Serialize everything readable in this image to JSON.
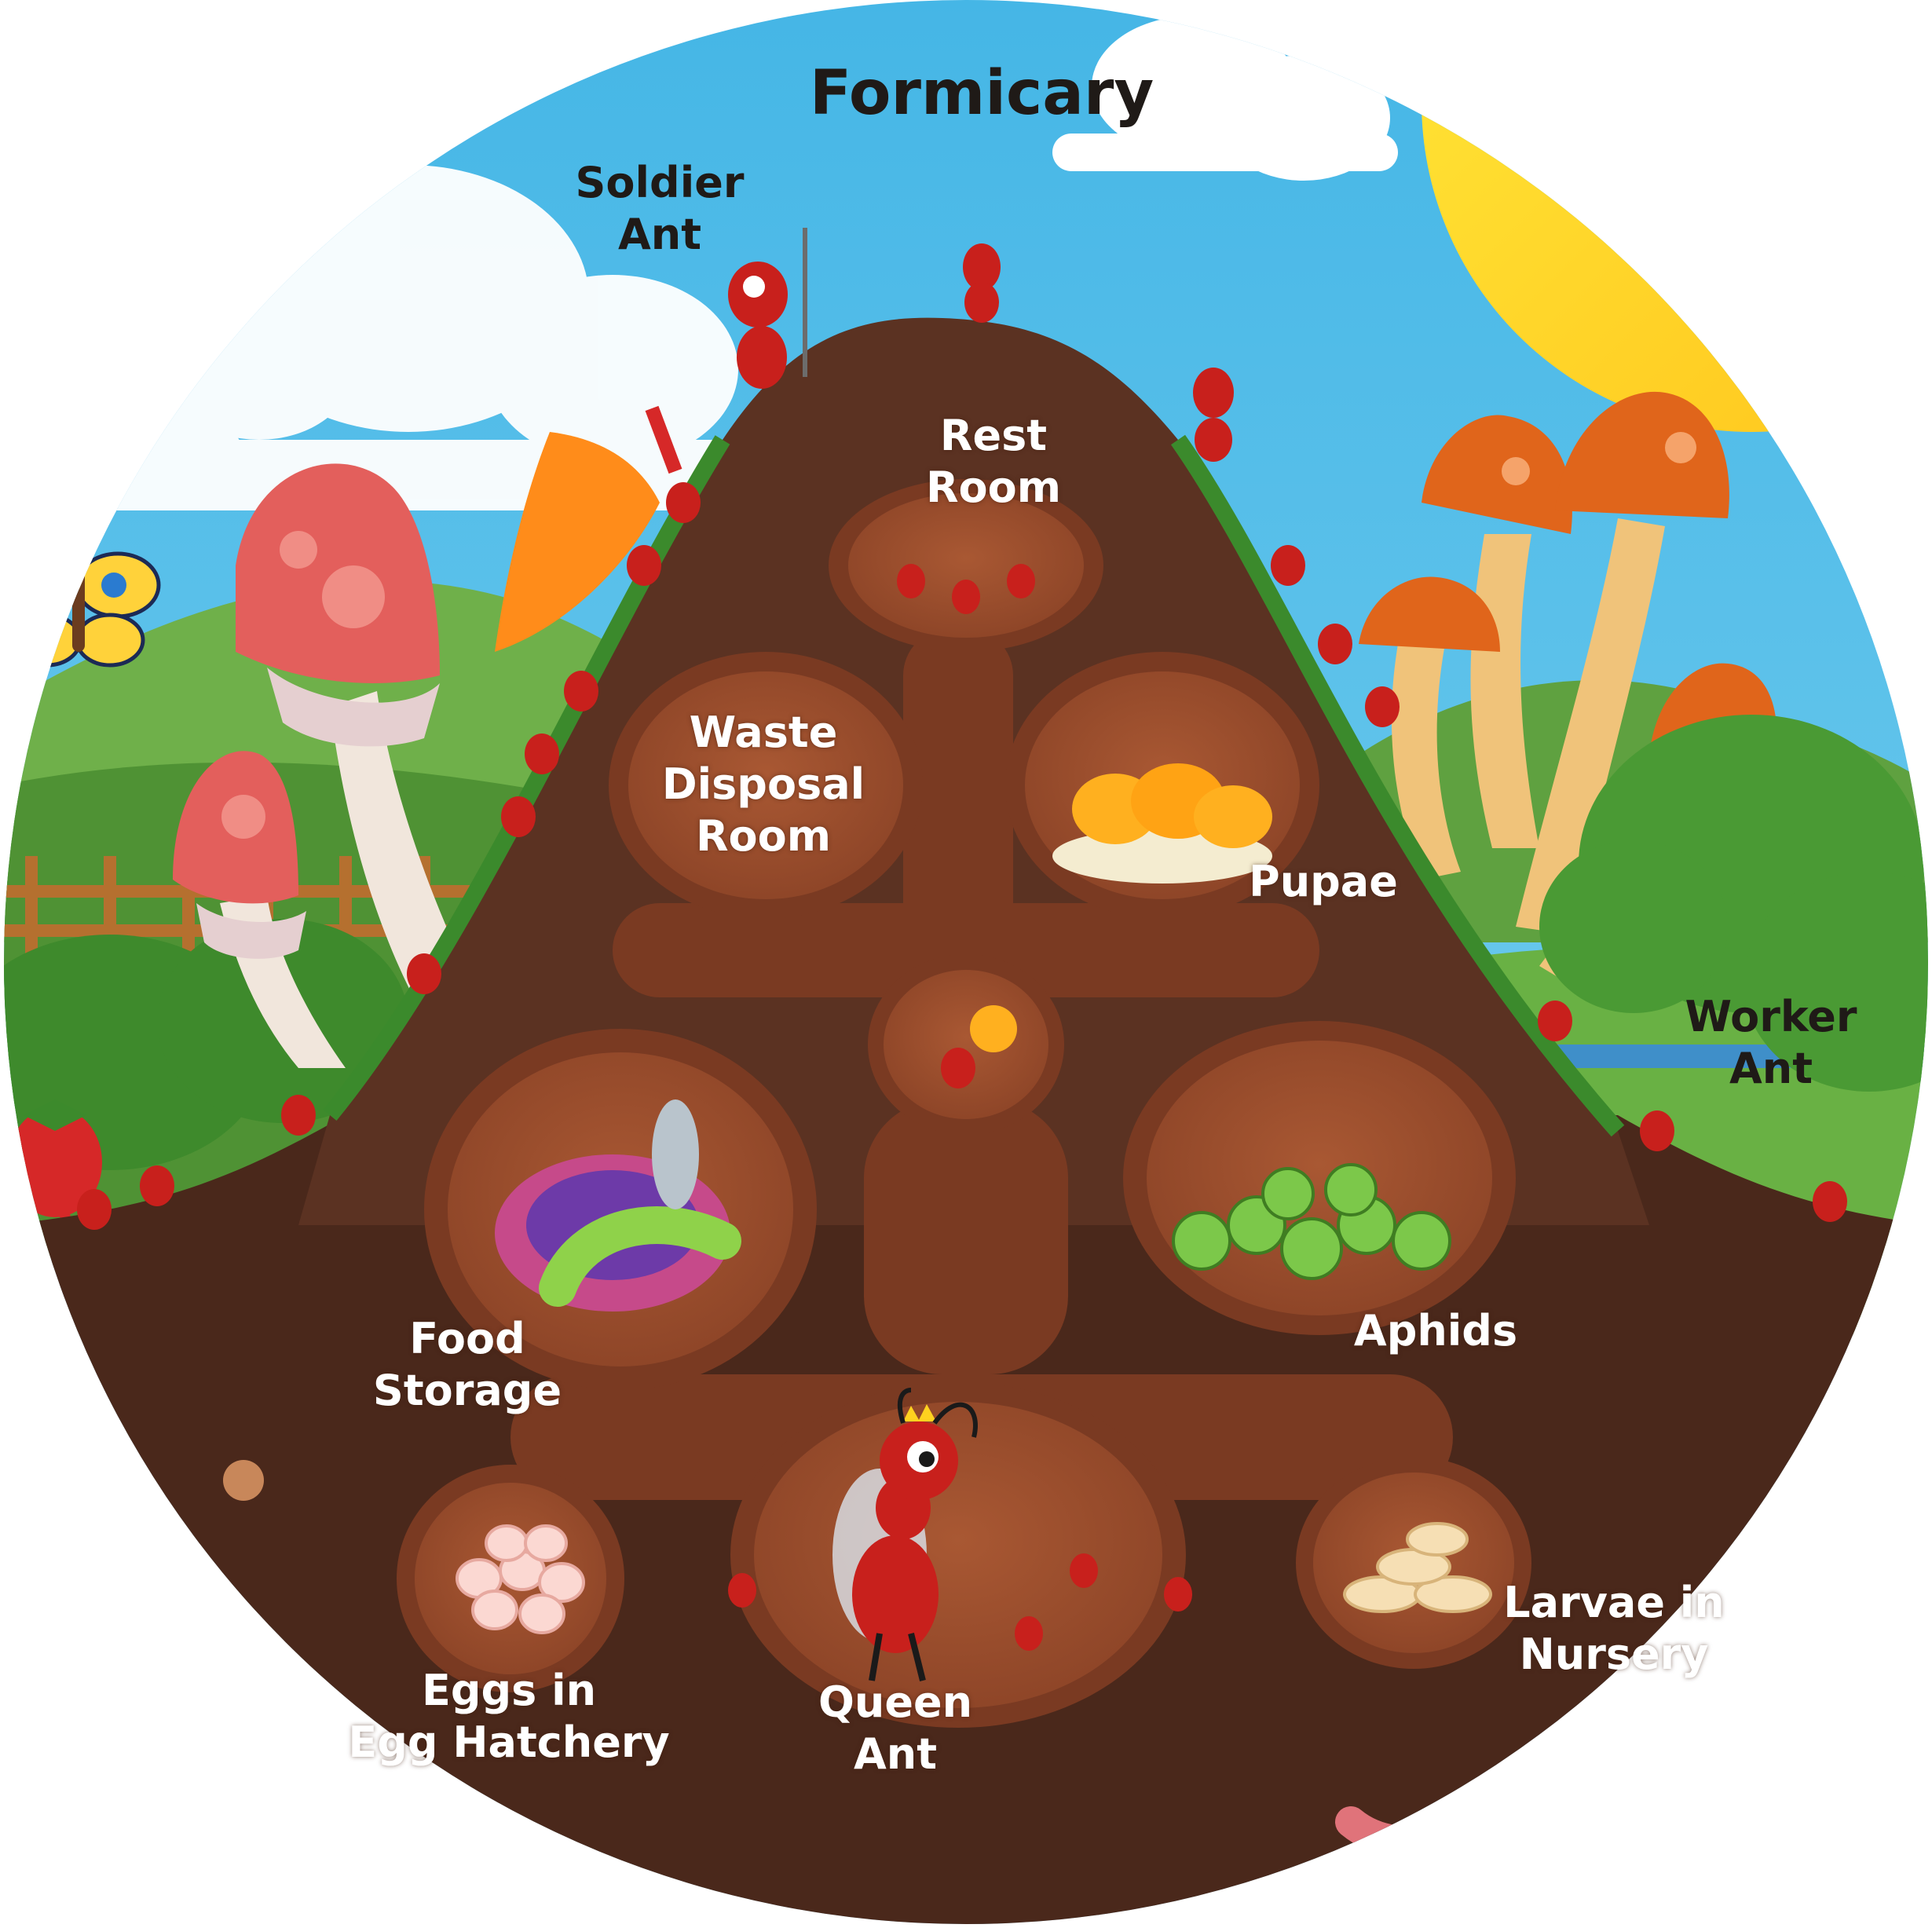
{
  "title": "Formicary",
  "labels": {
    "soldier": [
      "Soldier",
      "Ant"
    ],
    "rest": [
      "Rest",
      "Room"
    ],
    "waste": [
      "Waste",
      "Disposal",
      "Room"
    ],
    "pupae": [
      "Pupae"
    ],
    "worker": [
      "Worker",
      "Ant"
    ],
    "food": [
      "Food",
      "Storage"
    ],
    "aphids": [
      "Aphids"
    ],
    "eggs": [
      "Eggs in",
      "Egg Hatchery"
    ],
    "queen": [
      "Queen",
      "Ant"
    ],
    "larvae": [
      "Larvae in",
      "Nursery"
    ]
  },
  "colors": {
    "sky": "#5bc3e8",
    "soil": "#4e2a1d",
    "mound": "#5a3121",
    "chamber": "#9a4f2e",
    "chamber_rim": "#7a3a22",
    "sun": "#ffd21f",
    "grass": "#5ea33c",
    "ant": "#c8201c"
  }
}
